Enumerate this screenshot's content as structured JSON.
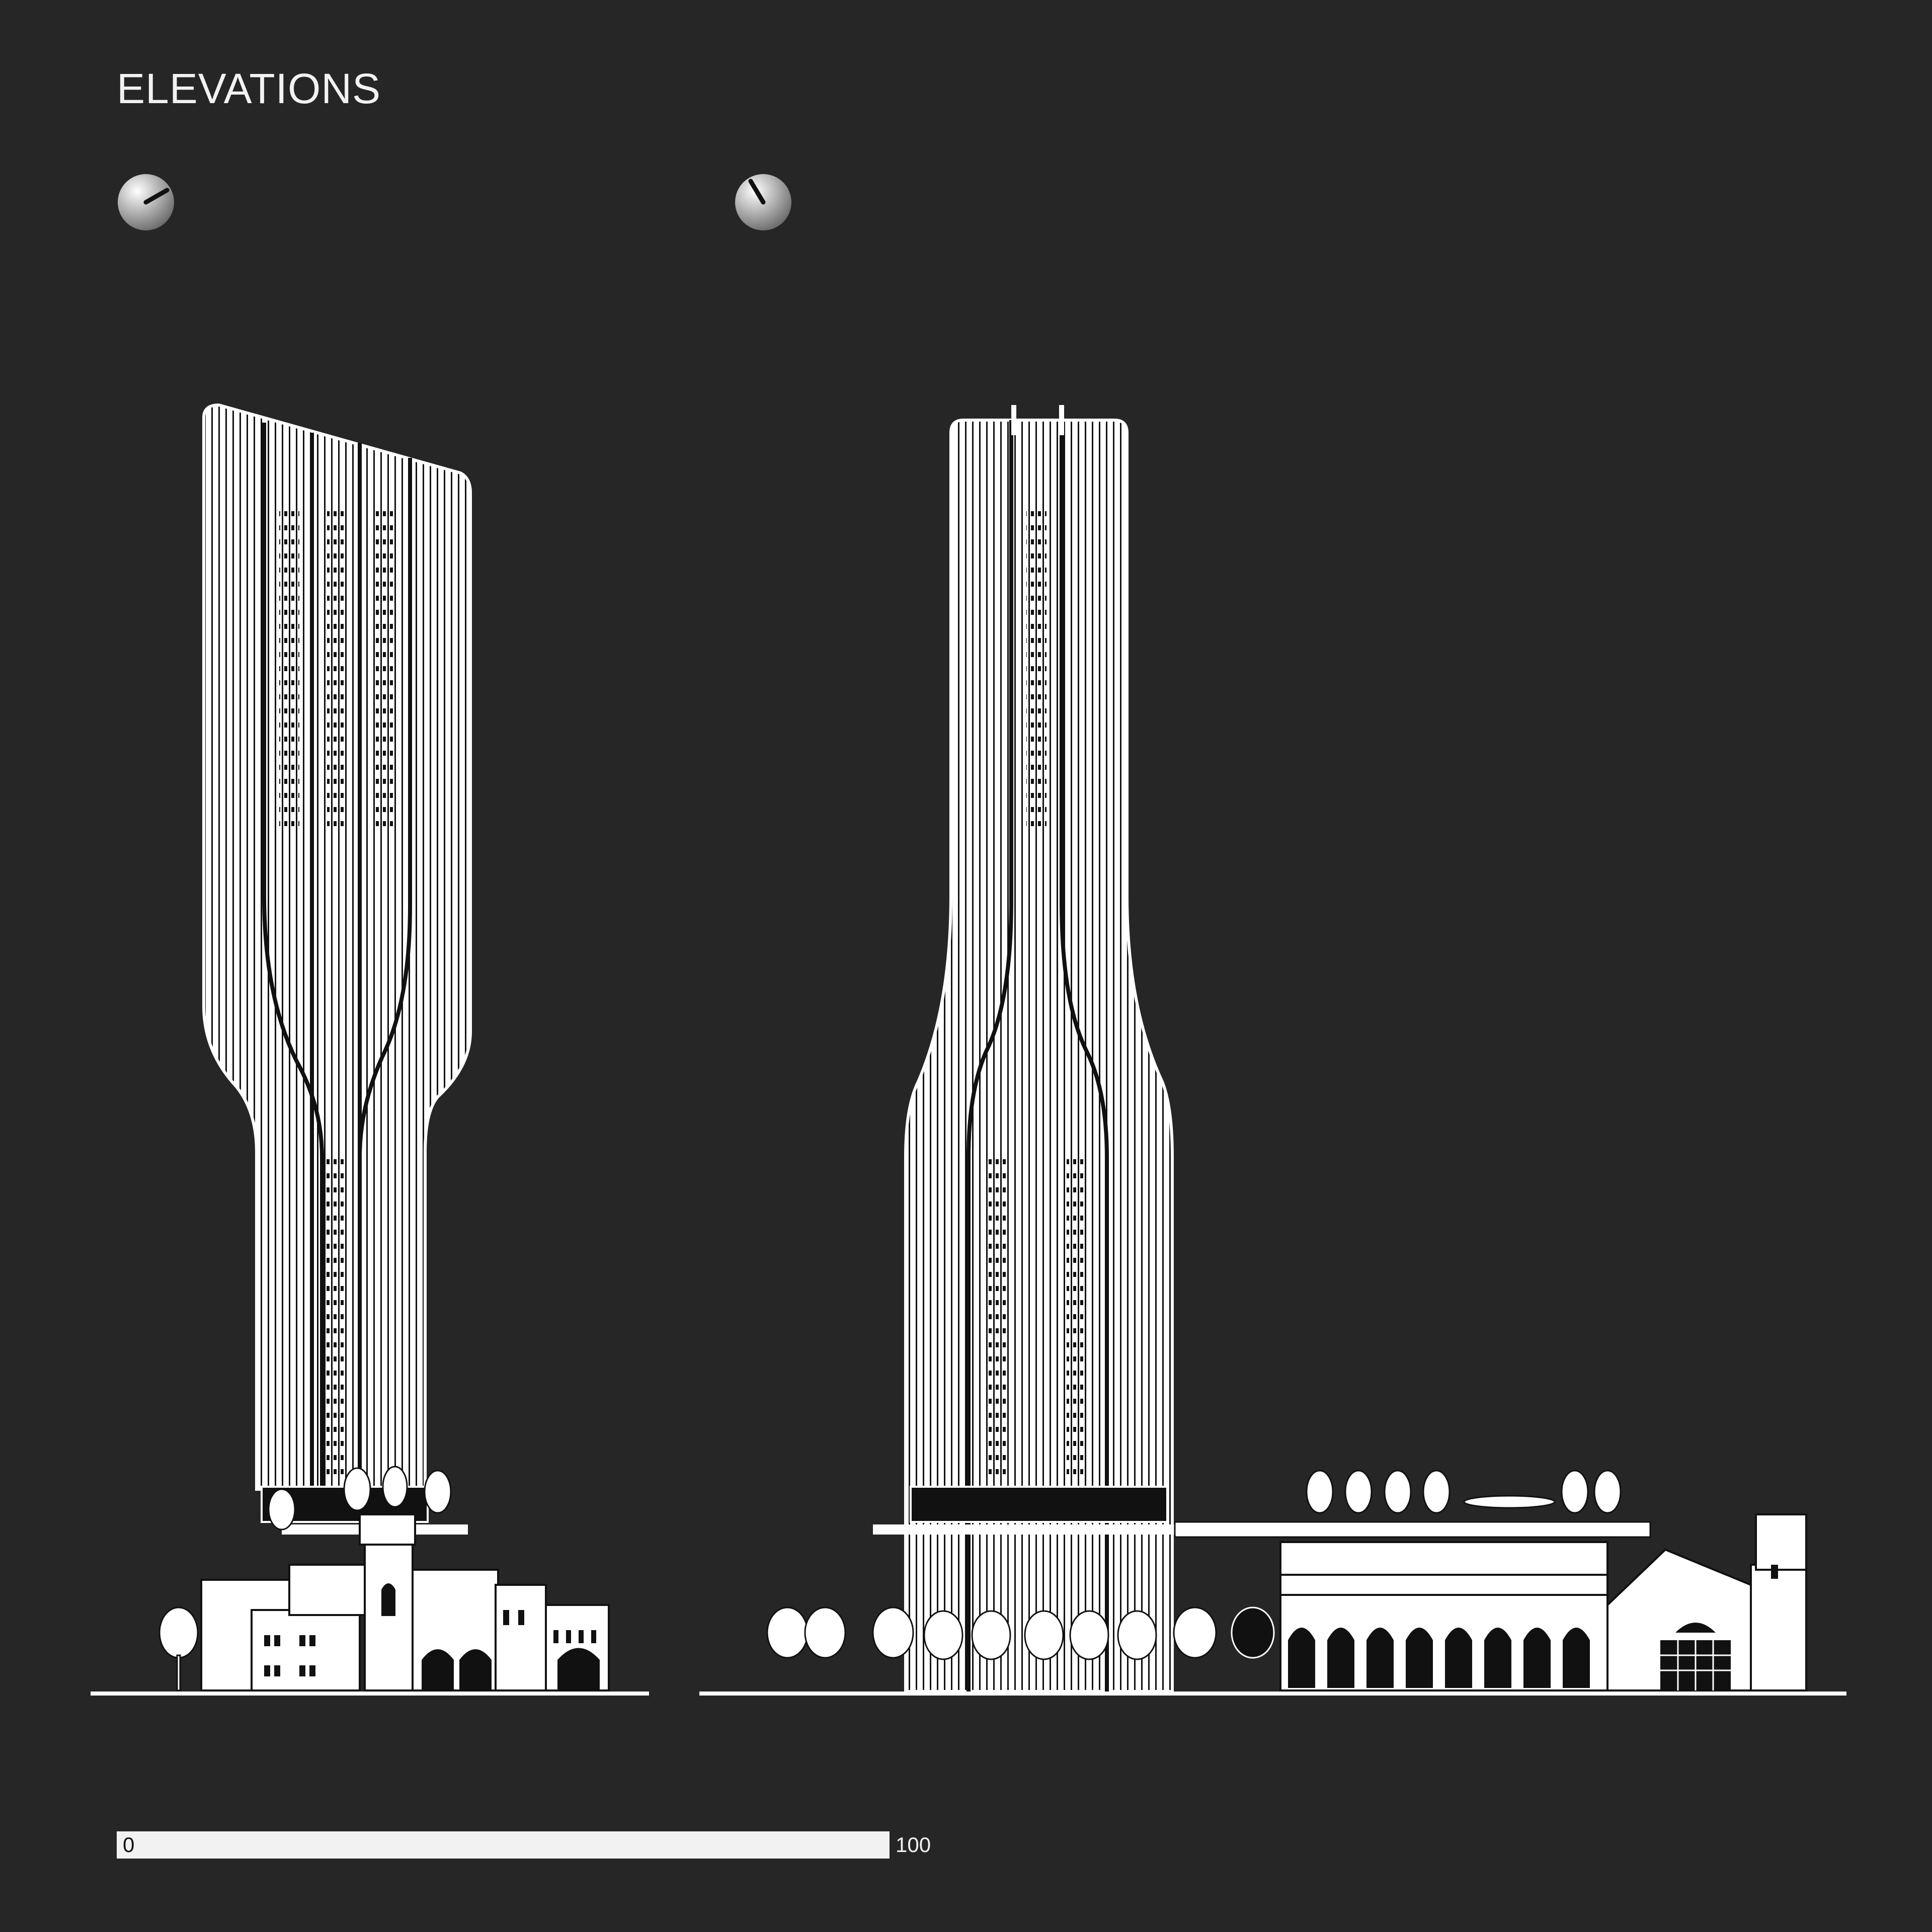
{
  "title": "ELEVATIONS",
  "scale": {
    "min_label": "0",
    "max_label": "100"
  },
  "colors": {
    "background": "#262626",
    "ink": "#ffffff",
    "line": "#111111"
  },
  "icons": [
    "north-indicator-icon",
    "north-indicator-icon"
  ]
}
